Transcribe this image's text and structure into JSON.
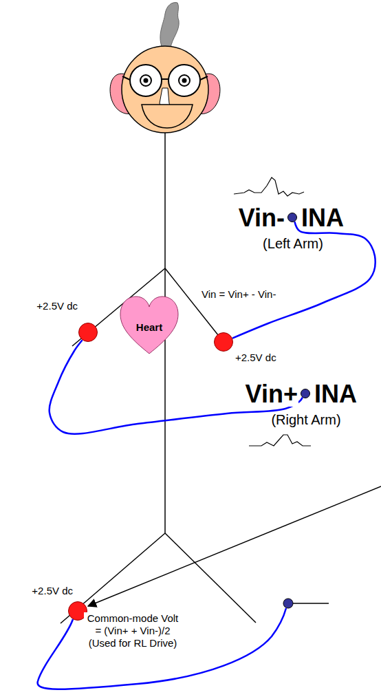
{
  "diagram": {
    "nodes": [
      {
        "text": [
          "Vin-",
          "INA",
          "(Left Arm)"
        ]
      },
      {
        "text": [
          "+2.5V dc"
        ]
      },
      {
        "text": [
          "Heart"
        ]
      },
      {
        "text": [
          "+2.5V dc"
        ]
      },
      {
        "text": [
          "Vin+",
          "INA",
          "(Right Arm)"
        ]
      },
      {
        "text": [
          "+2.5V dc"
        ]
      }
    ],
    "edges": [
      {
        "from": 3,
        "to": 0,
        "arrow": "none"
      },
      {
        "from": 1,
        "to": 4,
        "arrow": "none"
      }
    ],
    "labels": [
      "Vin = Vin+ - Vin-",
      "Common-mode Volt = (Vin+ + Vin-)/2 (Used for RL Drive)"
    ]
  }
}
